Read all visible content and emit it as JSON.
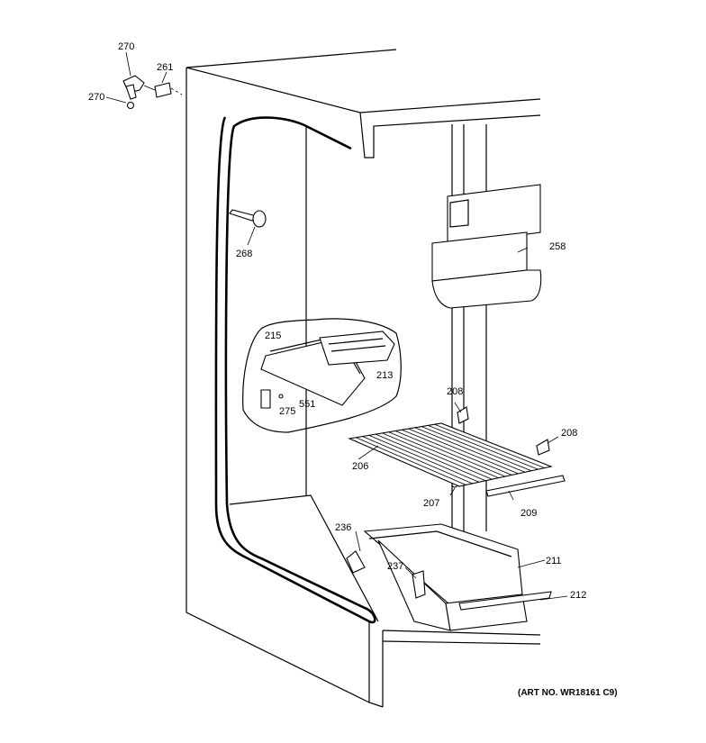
{
  "callouts": {
    "c270a": "270",
    "c261": "261",
    "c270b": "270",
    "c268": "268",
    "c258": "258",
    "c215": "215",
    "c213": "213",
    "c551": "551",
    "c275": "275",
    "c208a": "208",
    "c208b": "208",
    "c206": "206",
    "c207": "207",
    "c209": "209",
    "c236": "236",
    "c237": "237",
    "c211": "211",
    "c212": "212"
  },
  "art_number": "(ART NO. WR18161 C9)"
}
